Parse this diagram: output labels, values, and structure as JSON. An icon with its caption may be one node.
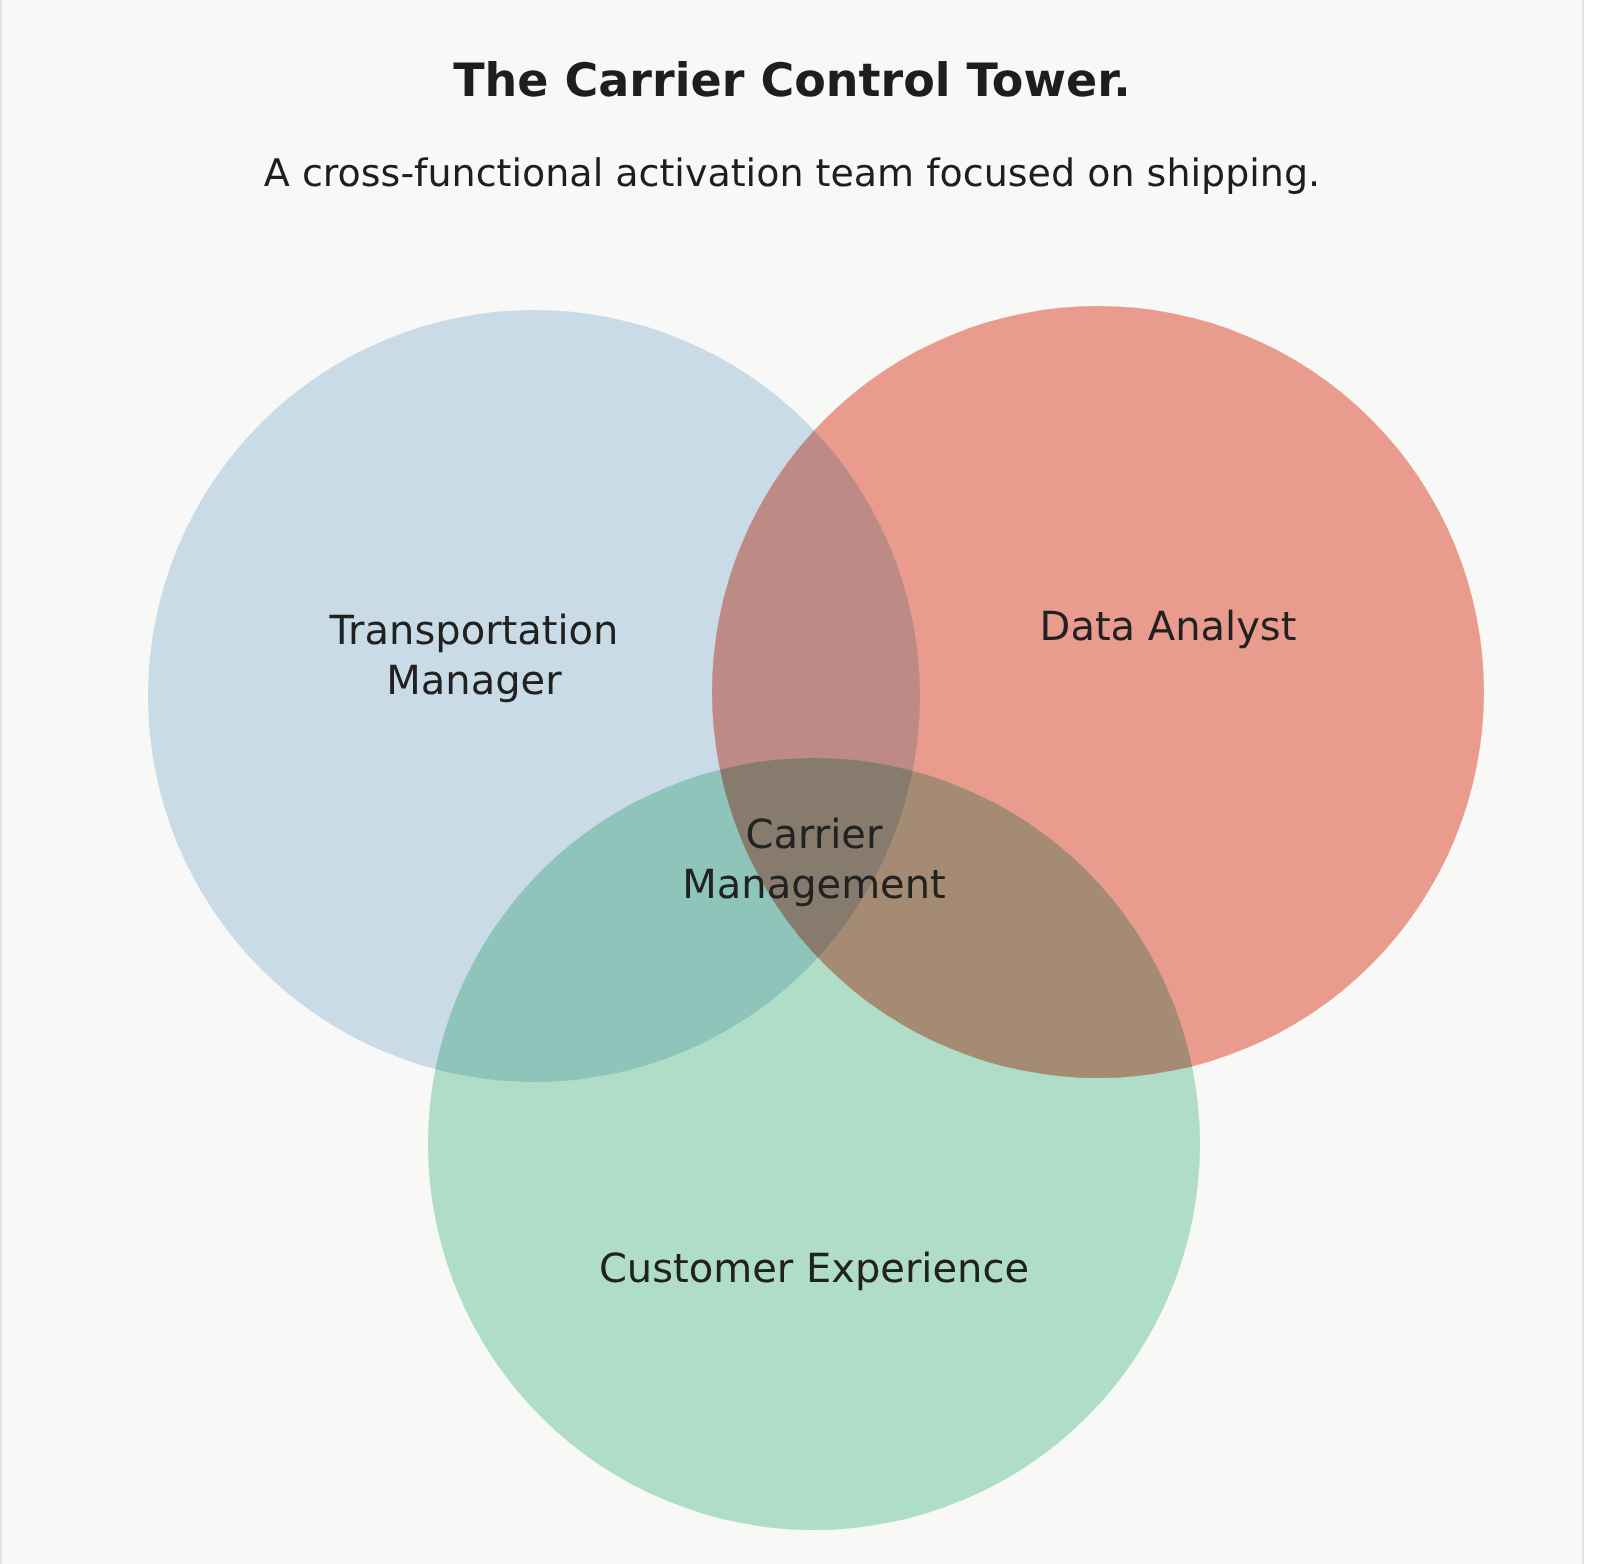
{
  "diagram": {
    "title": "The Carrier Control Tower.",
    "nodes": [
      {
        "text": [
          "Transportation Manager"
        ]
      },
      {
        "text": [
          "Data Analyst"
        ]
      },
      {
        "text": [
          "Customer Experience"
        ]
      }
    ],
    "edges": [],
    "labels": [
      "A cross-functional activation team focused on shipping.",
      "Carrier Management"
    ]
  }
}
